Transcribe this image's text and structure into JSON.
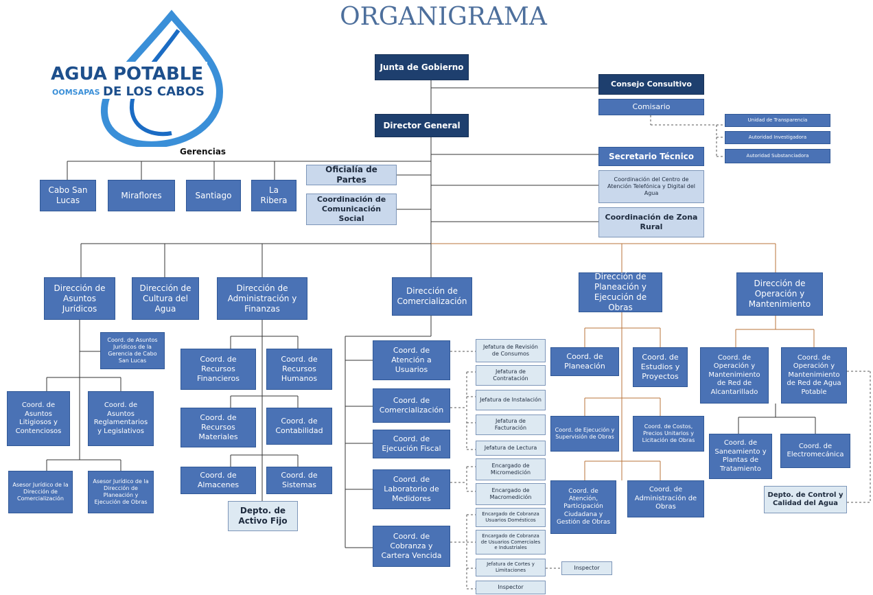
{
  "header": {
    "title": "ORGANIGRAMA"
  },
  "logo": {
    "line1": "AGUA POTABLE",
    "line2a": "OOMSAPAS",
    "line2b": "DE LOS CABOS"
  },
  "labels": {
    "gerencias": "Gerencias"
  },
  "nodes": {
    "junta": "Junta de Gobierno",
    "consejo": "Consejo Consultivo",
    "comisario": "Comisario",
    "unidad_transparencia": "Unidad de Transparencia",
    "autoridad_investigadora": "Autoridad Investigadora",
    "autoridad_substanciadora": "Autoridad Substanciadora",
    "director": "Director General",
    "secretario": "Secretario Técnico",
    "centro_atencion": "Coordinación del Centro de Atención Telefónica y Digital del Agua",
    "zona_rural": "Coordinación de Zona Rural",
    "oficialia": "Oficialía de Partes",
    "comunicacion": "Coordinación de Comunicación Social",
    "cabo": "Cabo San Lucas",
    "miraflores": "Miraflores",
    "santiago": "Santiago",
    "ribera": "La Ribera",
    "d_juridicos": "Dirección de Asuntos Jurídicos",
    "d_cultura": "Dirección de Cultura del Agua",
    "d_admin": "Dirección de Administración y Finanzas",
    "d_comercial": "Dirección de Comercialización",
    "d_planeacion": "Dirección de Planeación y Ejecución de Obras",
    "d_operacion": "Dirección de Operación y Mantenimiento",
    "j_coord_cabo": "Coord. de Asuntos Jurídicos de la Gerencia de Cabo San Lucas",
    "j_litigiosos": "Coord. de Asuntos Litigiosos y Contenciosos",
    "j_reglamentarios": "Coord. de Asuntos Reglamentarios y Legislativos",
    "j_asesor_com": "Asesor Jurídico de la Dirección de Comercialización",
    "j_asesor_plan": "Asesor Jurídico de la Dirección de Planeación y Ejecución de Obras",
    "a_financieros": "Coord. de Recursos Financieros",
    "a_humanos": "Coord. de Recursos Humanos",
    "a_materiales": "Coord. de Recursos Materiales",
    "a_contabilidad": "Coord. de Contabilidad",
    "a_almacenes": "Coord. de Almacenes",
    "a_sistemas": "Coord. de Sistemas",
    "a_activo": "Depto. de Activo Fijo",
    "c_atencion": "Coord. de Atención a Usuarios",
    "c_comercializacion": "Coord. de Comercialización",
    "c_fiscal": "Coord. de Ejecución Fiscal",
    "c_laboratorio": "Coord. de Laboratorio de Medidores",
    "c_cobranza": "Coord. de Cobranza y Cartera Vencida",
    "jf_revision": "Jefatura de Revisión de Consumos",
    "jf_contratacion": "Jefatura de Contratación",
    "jf_instalacion": "Jefatura de Instalación",
    "jf_facturacion": "Jefatura de Facturación",
    "jf_lectura": "Jefatura de Lectura",
    "enc_micro": "Encargado de Micromedición",
    "enc_macro": "Encargado de Macromedición",
    "enc_domesticos": "Encargado de Cobranza Usuarios Domésticos",
    "enc_comerciales": "Encargado de Cobranza de Usuarios Comerciales e Industriales",
    "jf_cortes": "Jefatura de Cortes y Limitaciones",
    "inspector1": "Inspector",
    "inspector2": "Inspector",
    "p_planeacion": "Coord. de Planeación",
    "p_estudios": "Coord. de Estudios y Proyectos",
    "p_ejecucion": "Coord. de Ejecución y Supervisión de Obras",
    "p_costos": "Coord. de Costos, Precios Unitarios y Licitación de Obras",
    "p_atencion": "Coord. de Atención, Participación Ciudadana y Gestión de Obras",
    "p_administracion": "Coord. de Administración de Obras",
    "o_alcantarillado": "Coord. de Operación y Mantenimiento de Red de Alcantarillado",
    "o_agua": "Coord. de Operación y Mantenimiento de Red de Agua Potable",
    "o_saneamiento": "Coord. de Saneamiento y Plantas de Tratamiento",
    "o_electromecanica": "Coord. de Electromecánica",
    "o_control": "Depto. de Control y Calidad del Agua"
  },
  "colors": {
    "line": "#333333",
    "orange_line": "#b8733a",
    "dark": "#1e3f6e",
    "mid": "#4a72b5",
    "light": "#c9d8ec"
  }
}
